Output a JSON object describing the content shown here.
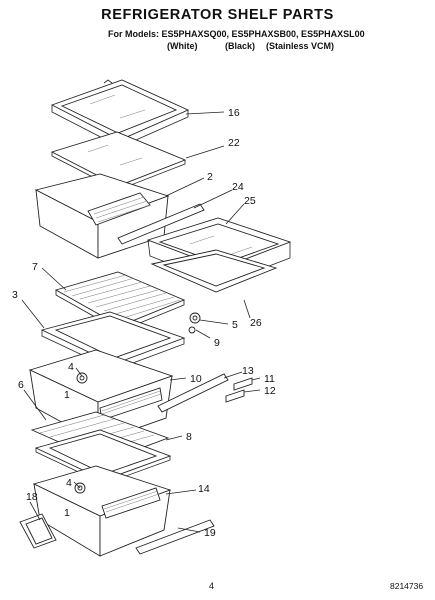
{
  "header": {
    "title": "REFRIGERATOR SHELF PARTS",
    "models_line": "For Models: ES5PHAXSQ00, ES5PHAXSB00, ES5PHAXSL00",
    "colors": [
      "(White)",
      "(Black)",
      "(Stainless VCM)"
    ]
  },
  "callouts": [
    "16",
    "22",
    "2",
    "24",
    "25",
    "7",
    "3",
    "5",
    "26",
    "9",
    "4",
    "1",
    "10",
    "13",
    "11",
    "12",
    "6",
    "8",
    "4",
    "1",
    "14",
    "18",
    "19"
  ],
  "footer": {
    "page": "4",
    "doc_number": "8214736"
  }
}
